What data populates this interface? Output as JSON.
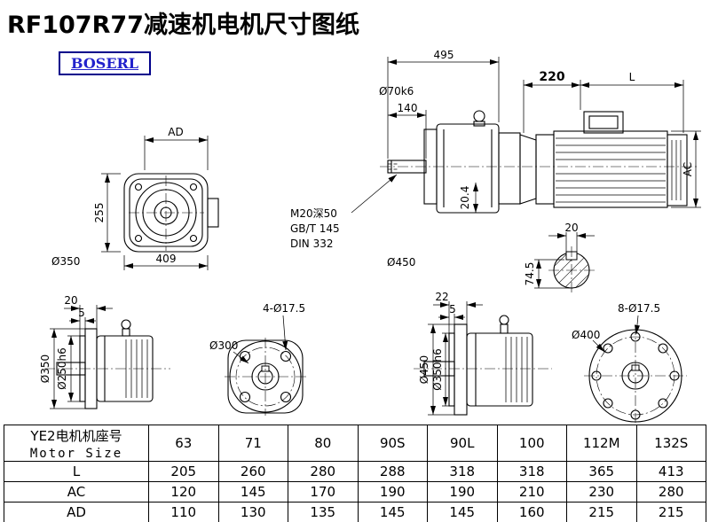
{
  "colors": {
    "line": "#000000",
    "logo_text": "#2222cc",
    "logo_border": "#00008b"
  },
  "page": {
    "title": "RF107R77减速机电机尺寸图纸",
    "logo": "BOSERL"
  },
  "side_view": {
    "dim_495": "495",
    "dim_140": "140",
    "dim_shaft_dia": "Ø70k6",
    "dim_220": "220",
    "dim_L": "L",
    "dim_AC": "AC",
    "dim_20_4": "20.4",
    "note_thread": "M20深50",
    "note_standard": "GB/T 145",
    "note_din": "DIN 332",
    "label_housing_dia": "Ø450",
    "dim_key_width": "20",
    "dim_key_depth": "74.5"
  },
  "front_view": {
    "dim_AD": "AD",
    "dim_255": "255",
    "dim_409": "409",
    "label_dia": "Ø350"
  },
  "flange_small_view": {
    "dim_20": "20",
    "dim_5": "5",
    "label_flange_dia": "Ø350",
    "label_spigot_dia": "Ø250h6"
  },
  "face_small_view": {
    "label_dia": "Ø300",
    "label_holes": "4-Ø17.5"
  },
  "flange_large_view": {
    "dim_22": "22",
    "dim_5": "5",
    "label_flange_dia": "Ø450",
    "label_spigot_dia": "Ø350h6"
  },
  "face_large_view": {
    "label_dia": "Ø400",
    "label_holes": "8-Ø17.5"
  },
  "table": {
    "header_cn": "YE2电机机座号",
    "header_en": "Motor Size",
    "sizes": [
      "63",
      "71",
      "80",
      "90S",
      "90L",
      "100",
      "112M",
      "132S"
    ],
    "rows": [
      {
        "label": "L",
        "values": [
          "205",
          "260",
          "280",
          "288",
          "318",
          "318",
          "365",
          "413"
        ]
      },
      {
        "label": "AC",
        "values": [
          "120",
          "145",
          "170",
          "190",
          "190",
          "210",
          "230",
          "280"
        ]
      },
      {
        "label": "AD",
        "values": [
          "110",
          "130",
          "135",
          "145",
          "145",
          "160",
          "215",
          "215"
        ]
      }
    ]
  }
}
